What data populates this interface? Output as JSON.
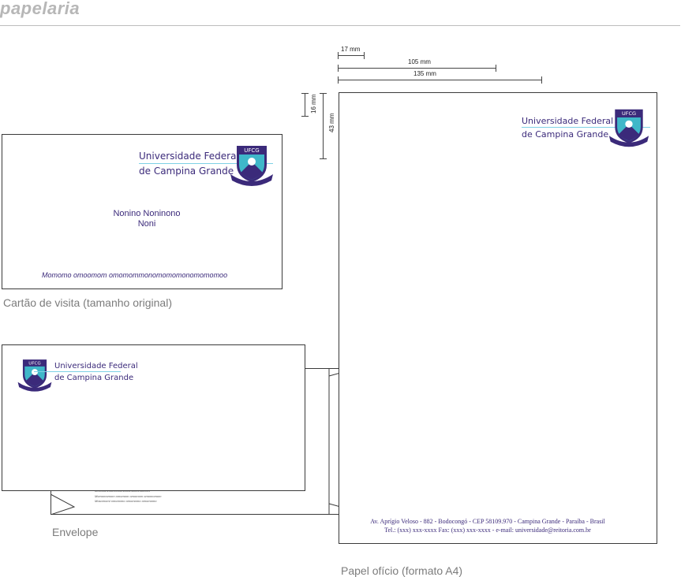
{
  "header": {
    "title": "papelaria"
  },
  "brand": {
    "line1": "Universidade Federal",
    "line2": "de Campina Grande",
    "crest_letters": "UFCG",
    "colors": {
      "purple": "#3b2a7a",
      "teal": "#3fb7c9",
      "light_blue": "#7fd1e6"
    }
  },
  "business_card": {
    "name": "Nonino Noninono",
    "role": "Noni",
    "tagline": "Momomo omoomom omomommonomomomonomomomoo",
    "caption": "Cartão de visita (tamanho original)"
  },
  "envelope": {
    "caption": "Envelope",
    "back_lines": [
      "omomommomomomomomomomomom",
      "Momomomom omomom omomom omomomom",
      "Mosomomi omonomo omomomo omomomo"
    ]
  },
  "letterhead": {
    "caption": "Papel ofício (formato A4)",
    "dimensions": {
      "d17": "17 mm",
      "d105": "105 mm",
      "d135": "135 mm",
      "d16": "16 mm",
      "d43": "43 mm"
    },
    "footer_line1": "Av. Aprígio Veloso - 882 - Bodocongó - CEP  58109.970 - Campina Grande - Paraíba - Brasil",
    "footer_line2": "Tel.: (xxx) xxx-xxxx     Fax: (xxx) xxx-xxxx  -  e-mail: universidade@reitoria.com.br"
  }
}
